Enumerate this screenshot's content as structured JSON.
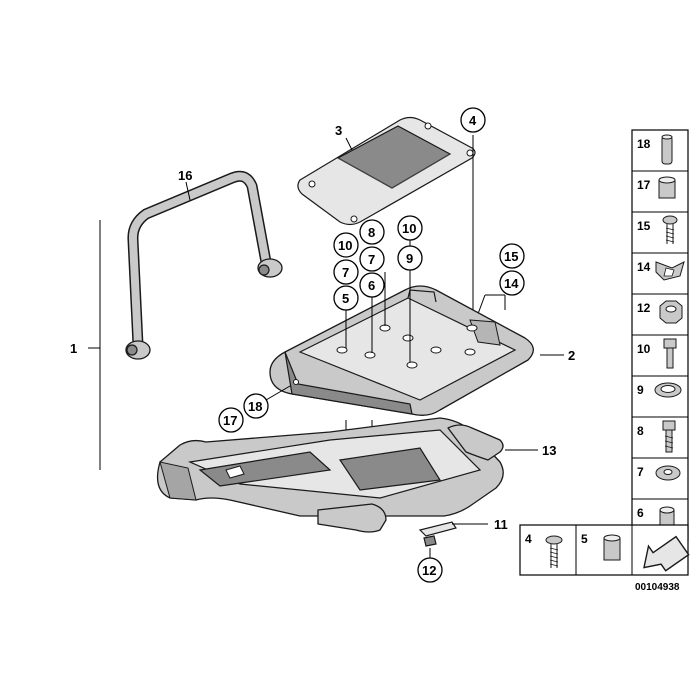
{
  "callouts": {
    "c1": "1",
    "c2": "2",
    "c3": "3",
    "c4": "4",
    "c5": "5",
    "c6": "6",
    "c7a": "7",
    "c7b": "7",
    "c8": "8",
    "c9": "9",
    "c10a": "10",
    "c10b": "10",
    "c11": "11",
    "c12": "12",
    "c13": "13",
    "c14": "14",
    "c15": "15",
    "c16": "16",
    "c17": "17",
    "c18": "18"
  },
  "legend": {
    "items": [
      "18",
      "17",
      "15",
      "14",
      "12",
      "10",
      "9",
      "8",
      "7",
      "6"
    ],
    "bottom": [
      "4",
      "5"
    ]
  },
  "doc_number": "00104938",
  "icons": {
    "legend_18": "pin-icon",
    "legend_17": "sleeve-icon",
    "legend_15": "screw-icon",
    "legend_14": "clip-nut-icon",
    "legend_12": "hex-nut-icon",
    "legend_10": "cap-screw-icon",
    "legend_9": "washer-icon",
    "legend_8": "cap-screw-icon",
    "legend_7": "washer-icon",
    "legend_6": "sleeve-icon",
    "legend_4": "screw-icon",
    "legend_5": "sleeve-icon",
    "nav": "arrow-icon"
  }
}
